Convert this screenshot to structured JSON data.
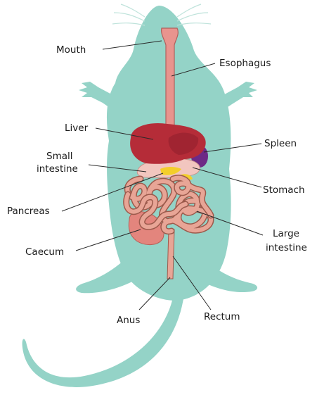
{
  "labels": {
    "mouth": "Mouth",
    "esophagus": "Esophagus",
    "liver": "Liver",
    "spleen": "Spleen",
    "small_intestine_1": "Small",
    "small_intestine_2": "intestine",
    "stomach": "Stomach",
    "pancreas": "Pancreas",
    "large_intestine_1": "Large",
    "large_intestine_2": "intestine",
    "caecum": "Caecum",
    "anus": "Anus",
    "rectum": "Rectum"
  },
  "colors": {
    "body": "#94d3c7",
    "whisker": "#bfe3db",
    "esophagus": "#e8948e",
    "esophagus_outline": "#b0605c",
    "liver": "#b52c38",
    "liver_dark": "#8e1f2b",
    "spleen": "#6d2a86",
    "stomach": "#f2c6bf",
    "pancreas": "#f3cf2a",
    "intestine": "#e8a596",
    "intestine_outline": "#9c5a4c",
    "caecum": "#e3857d",
    "leader": "#2a2a2a"
  }
}
